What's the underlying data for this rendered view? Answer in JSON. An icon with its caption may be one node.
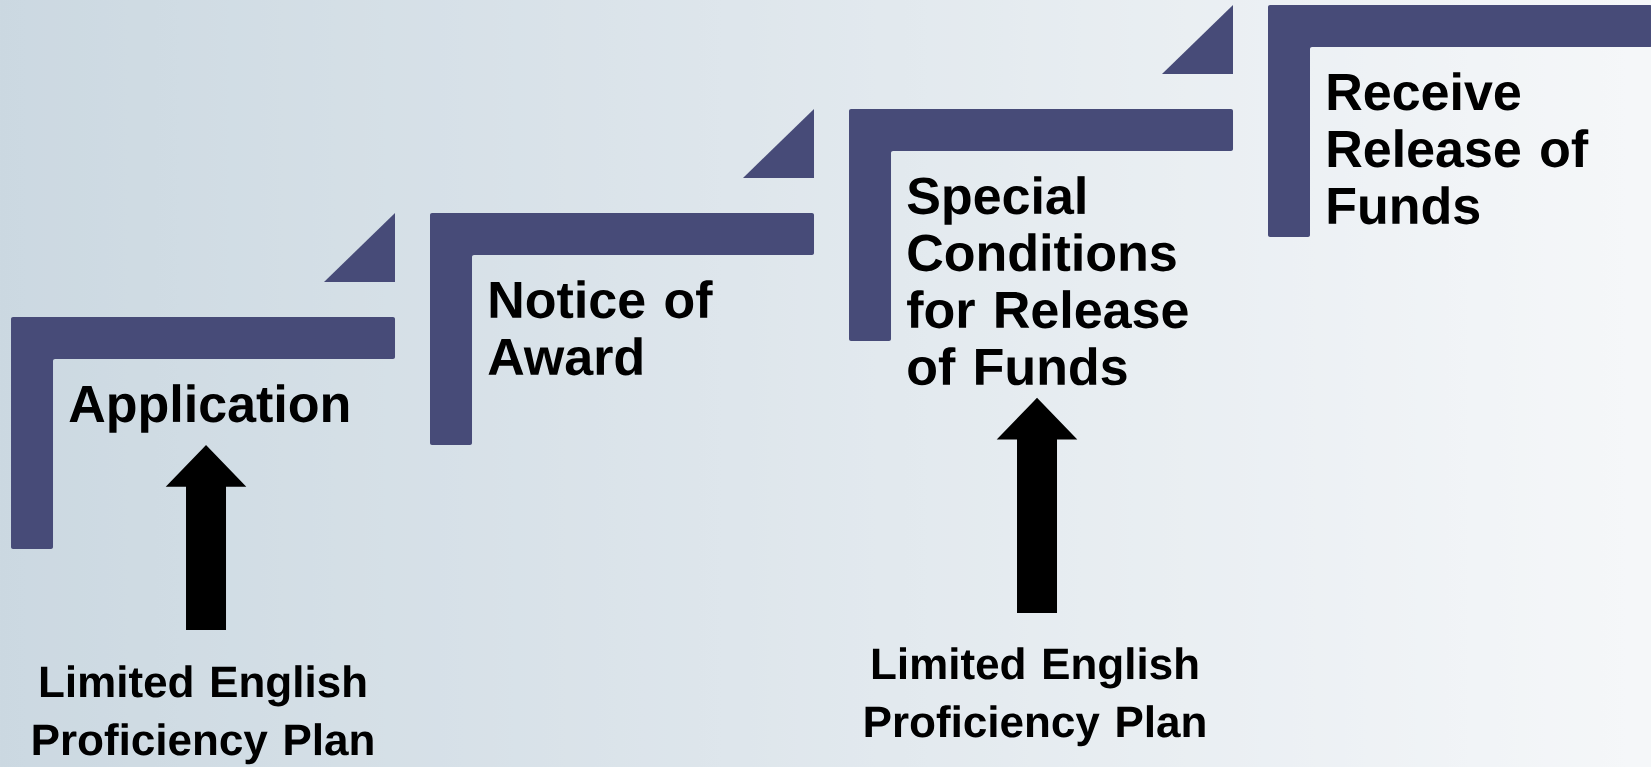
{
  "diagram": {
    "nodes": [
      {
        "text": [
          "Application"
        ]
      },
      {
        "text": [
          "Notice of Award"
        ]
      },
      {
        "text": [
          "Special Conditions for Release of Funds"
        ]
      },
      {
        "text": [
          "Receive Release of Funds"
        ]
      },
      {
        "text": [
          "Limited English Proficiency Plan"
        ]
      },
      {
        "text": [
          "Limited English Proficiency Plan"
        ]
      }
    ],
    "edges": [
      {
        "from": 4,
        "to": 0,
        "arrow": "to"
      },
      {
        "from": 5,
        "to": 2,
        "arrow": "to"
      }
    ]
  }
}
